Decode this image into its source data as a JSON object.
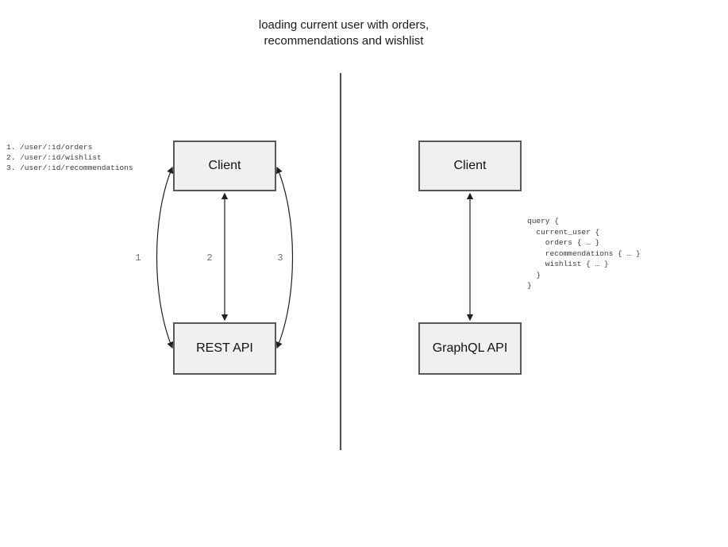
{
  "title": "loading current user with orders,\nrecommendations and wishlist",
  "colors": {
    "box_fill": "#f0f0f0",
    "box_border": "#595959",
    "arrow": "#1f1f1f",
    "divider": "#4d4d4d",
    "muted_text": "#6e6e6e",
    "code_text": "#3a3a3a"
  },
  "rest_panel": {
    "client_label": "Client",
    "api_label": "REST API",
    "endpoints": "1. /user/:id/orders\n2. /user/:id/wishlist\n3. /user/:id/recommendations",
    "arrow_labels": [
      "1",
      "2",
      "3"
    ]
  },
  "graphql_panel": {
    "client_label": "Client",
    "api_label": "GraphQL API",
    "query": "query {\n  current_user {\n    orders { … }\n    recommendations { … }\n    wishlist { … }\n  }\n}"
  }
}
